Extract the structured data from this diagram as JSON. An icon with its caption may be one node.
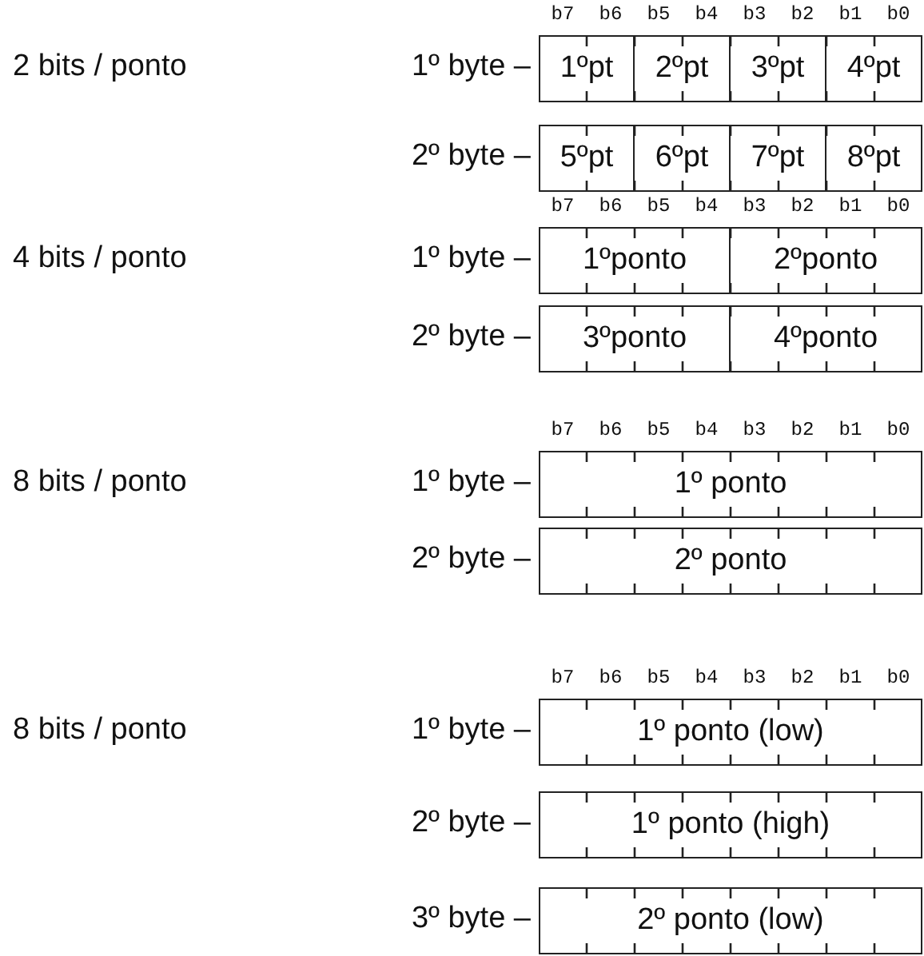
{
  "diagram": {
    "nodes": [
      {
        "text": [
          "1ºpt"
        ]
      },
      {
        "text": [
          "2ºpt"
        ]
      },
      {
        "text": [
          "3ºpt"
        ]
      },
      {
        "text": [
          "4ºpt"
        ]
      },
      {
        "text": [
          "5ºpt"
        ]
      },
      {
        "text": [
          "6ºpt"
        ]
      },
      {
        "text": [
          "7ºpt"
        ]
      },
      {
        "text": [
          "8ºpt"
        ]
      },
      {
        "text": [
          "1ºponto"
        ]
      },
      {
        "text": [
          "2ºponto"
        ]
      },
      {
        "text": [
          "3ºponto"
        ]
      },
      {
        "text": [
          "4ºponto"
        ]
      },
      {
        "text": [
          "1º ponto"
        ]
      },
      {
        "text": [
          "2º ponto"
        ]
      },
      {
        "text": [
          "1º ponto (low)"
        ]
      },
      {
        "text": [
          "1º ponto (high)"
        ]
      },
      {
        "text": [
          "2º ponto (low)"
        ]
      }
    ],
    "labels": [
      "b7",
      "b6",
      "b5",
      "b4",
      "b3",
      "b2",
      "b1",
      "b0",
      "2 bits / ponto",
      "1º byte –",
      "2º byte –",
      "b7",
      "b6",
      "b5",
      "b4",
      "b3",
      "b2",
      "b1",
      "b0",
      "4 bits / ponto",
      "1º byte –",
      "2º byte –",
      "b7",
      "b6",
      "b5",
      "b4",
      "b3",
      "b2",
      "b1",
      "b0",
      "8 bits / ponto",
      "1º byte –",
      "2º byte –",
      "b7",
      "b6",
      "b5",
      "b4",
      "b3",
      "b2",
      "b1",
      "b0",
      "8 bits / ponto",
      "1º byte –",
      "2º byte –",
      "3º byte –"
    ]
  }
}
